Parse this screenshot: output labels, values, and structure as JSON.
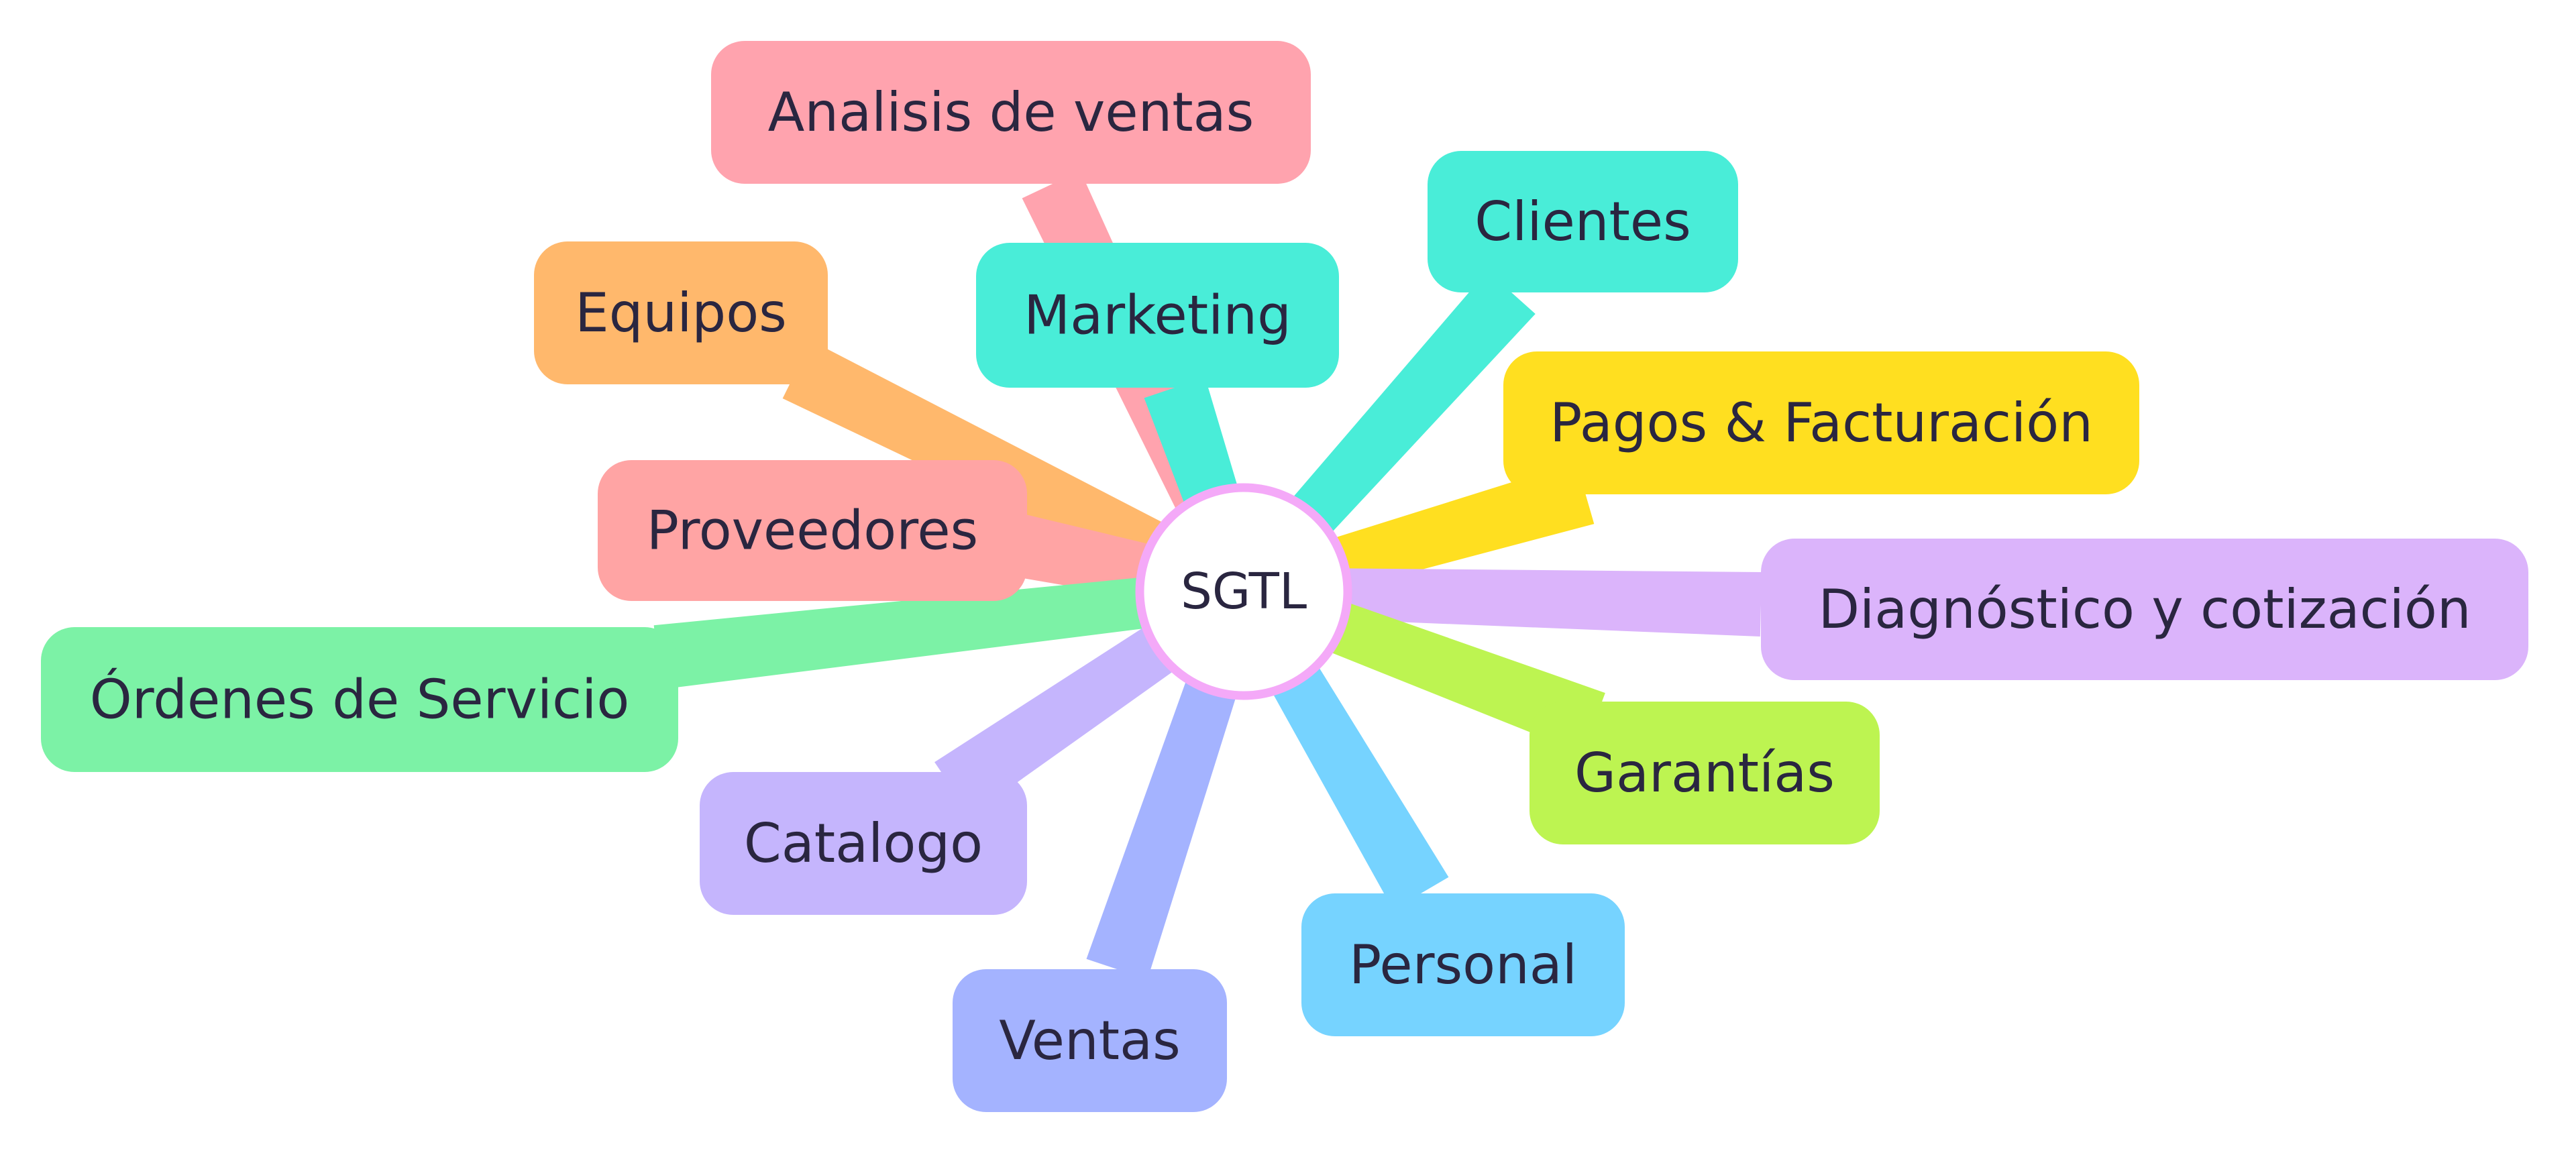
{
  "root": {
    "label": "SGTL",
    "border_color": "#f4a9f8"
  },
  "nodes": [
    {
      "label": "Analisis de ventas",
      "color": "#ffa3ae"
    },
    {
      "label": "Marketing",
      "color": "#49edd8"
    },
    {
      "label": "Clientes",
      "color": "#49edd8"
    },
    {
      "label": "Equipos",
      "color": "#ffb86c"
    },
    {
      "label": "Pagos & Facturación",
      "color": "#ffdf20"
    },
    {
      "label": "Proveedores",
      "color": "#ffa4a4"
    },
    {
      "label": "Diagnóstico y cotización",
      "color": "#dbb4fb"
    },
    {
      "label": "Órdenes de Servicio",
      "color": "#7cf2a6"
    },
    {
      "label": "Garantías",
      "color": "#bdf451"
    },
    {
      "label": "Catalogo",
      "color": "#c5b5fd"
    },
    {
      "label": "Personal",
      "color": "#76d3ff"
    },
    {
      "label": "Ventas",
      "color": "#a4b3ff"
    }
  ]
}
